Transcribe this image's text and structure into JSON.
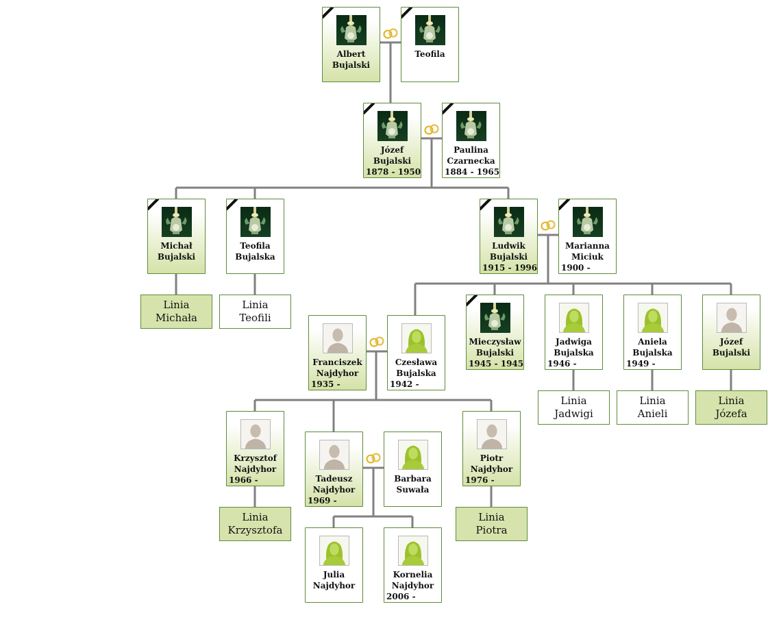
{
  "colors": {
    "connector": "#808080",
    "card_border": "#5d8a3a",
    "card_green": "#d5e2a8",
    "ring_gold": "#e2b21c"
  },
  "persons": [
    {
      "id": "albert",
      "name": "Albert\nBujalski",
      "dates": "",
      "photo": "deceased-photo-icon",
      "deceased": true,
      "bg": "green"
    },
    {
      "id": "teofila_sr",
      "name": "Teofila",
      "dates": "",
      "photo": "deceased-photo-icon",
      "deceased": true,
      "bg": "white"
    },
    {
      "id": "jozef_sr",
      "name": "Józef\nBujalski",
      "dates": "1878 - 1950",
      "photo": "deceased-photo-icon",
      "deceased": true,
      "bg": "green"
    },
    {
      "id": "paulina",
      "name": "Paulina\nCzarnecka",
      "dates": "1884 - 1965",
      "photo": "deceased-photo-icon",
      "deceased": true,
      "bg": "white"
    },
    {
      "id": "michal",
      "name": "Michał\nBujalski",
      "dates": "",
      "photo": "deceased-photo-icon",
      "deceased": true,
      "bg": "green"
    },
    {
      "id": "teofila_b",
      "name": "Teofila\nBujalska",
      "dates": "",
      "photo": "deceased-photo-icon",
      "deceased": true,
      "bg": "white"
    },
    {
      "id": "ludwik",
      "name": "Ludwik\nBujalski",
      "dates": "1915 - 1996",
      "photo": "deceased-photo-icon",
      "deceased": true,
      "bg": "green"
    },
    {
      "id": "marianna",
      "name": "Marianna\nMiciuk",
      "dates": "1900 -",
      "photo": "deceased-photo-icon",
      "deceased": true,
      "bg": "white"
    },
    {
      "id": "franciszek",
      "name": "Franciszek\nNajdyhor",
      "dates": "1935 -",
      "photo": "male-silhouette-icon",
      "deceased": false,
      "bg": "green"
    },
    {
      "id": "czeslawa",
      "name": "Czesława\nBujalska",
      "dates": "1942 -",
      "photo": "female-silhouette-icon",
      "deceased": false,
      "bg": "white"
    },
    {
      "id": "mieczyslaw",
      "name": "Mieczysław\nBujalski",
      "dates": "1945 - 1945",
      "photo": "deceased-photo-icon",
      "deceased": true,
      "bg": "green"
    },
    {
      "id": "jadwiga",
      "name": "Jadwiga\nBujalska",
      "dates": "1946 -",
      "photo": "female-silhouette-icon",
      "deceased": false,
      "bg": "white"
    },
    {
      "id": "aniela",
      "name": "Aniela\nBujalska",
      "dates": "1949 -",
      "photo": "female-silhouette-icon",
      "deceased": false,
      "bg": "white"
    },
    {
      "id": "jozef_jr",
      "name": "Józef\nBujalski",
      "dates": "",
      "photo": "male-silhouette-icon",
      "deceased": false,
      "bg": "green"
    },
    {
      "id": "krzysztof",
      "name": "Krzysztof\nNajdyhor",
      "dates": "1966 -",
      "photo": "male-silhouette-icon",
      "deceased": false,
      "bg": "green"
    },
    {
      "id": "tadeusz",
      "name": "Tadeusz\nNajdyhor",
      "dates": "1969 -",
      "photo": "male-silhouette-icon",
      "deceased": false,
      "bg": "green"
    },
    {
      "id": "barbara",
      "name": "Barbara\nSuwała",
      "dates": "",
      "photo": "female-silhouette-icon",
      "deceased": false,
      "bg": "white"
    },
    {
      "id": "piotr",
      "name": "Piotr\nNajdyhor",
      "dates": "1976 -",
      "photo": "male-silhouette-icon",
      "deceased": false,
      "bg": "green"
    },
    {
      "id": "julia",
      "name": "Julia\nNajdyhor",
      "dates": "",
      "photo": "female-silhouette-icon",
      "deceased": false,
      "bg": "white"
    },
    {
      "id": "kornelia",
      "name": "Kornelia\nNajdyhor",
      "dates": "2006 -",
      "photo": "female-silhouette-icon",
      "deceased": false,
      "bg": "white"
    }
  ],
  "lineages": [
    {
      "id": "michala",
      "label": "Linia\nMichała",
      "bg": "green"
    },
    {
      "id": "teofili",
      "label": "Linia\nTeofili",
      "bg": "white"
    },
    {
      "id": "jadwigi",
      "label": "Linia\nJadwigi",
      "bg": "white"
    },
    {
      "id": "anieli",
      "label": "Linia\nAnieli",
      "bg": "white"
    },
    {
      "id": "jozefa",
      "label": "Linia\nJózefa",
      "bg": "green"
    },
    {
      "id": "krzysztofa",
      "label": "Linia\nKrzysztofa",
      "bg": "green"
    },
    {
      "id": "piotra",
      "label": "Linia\nPiotra",
      "bg": "green"
    }
  ],
  "marriage_icon": "wedding-rings-icon"
}
